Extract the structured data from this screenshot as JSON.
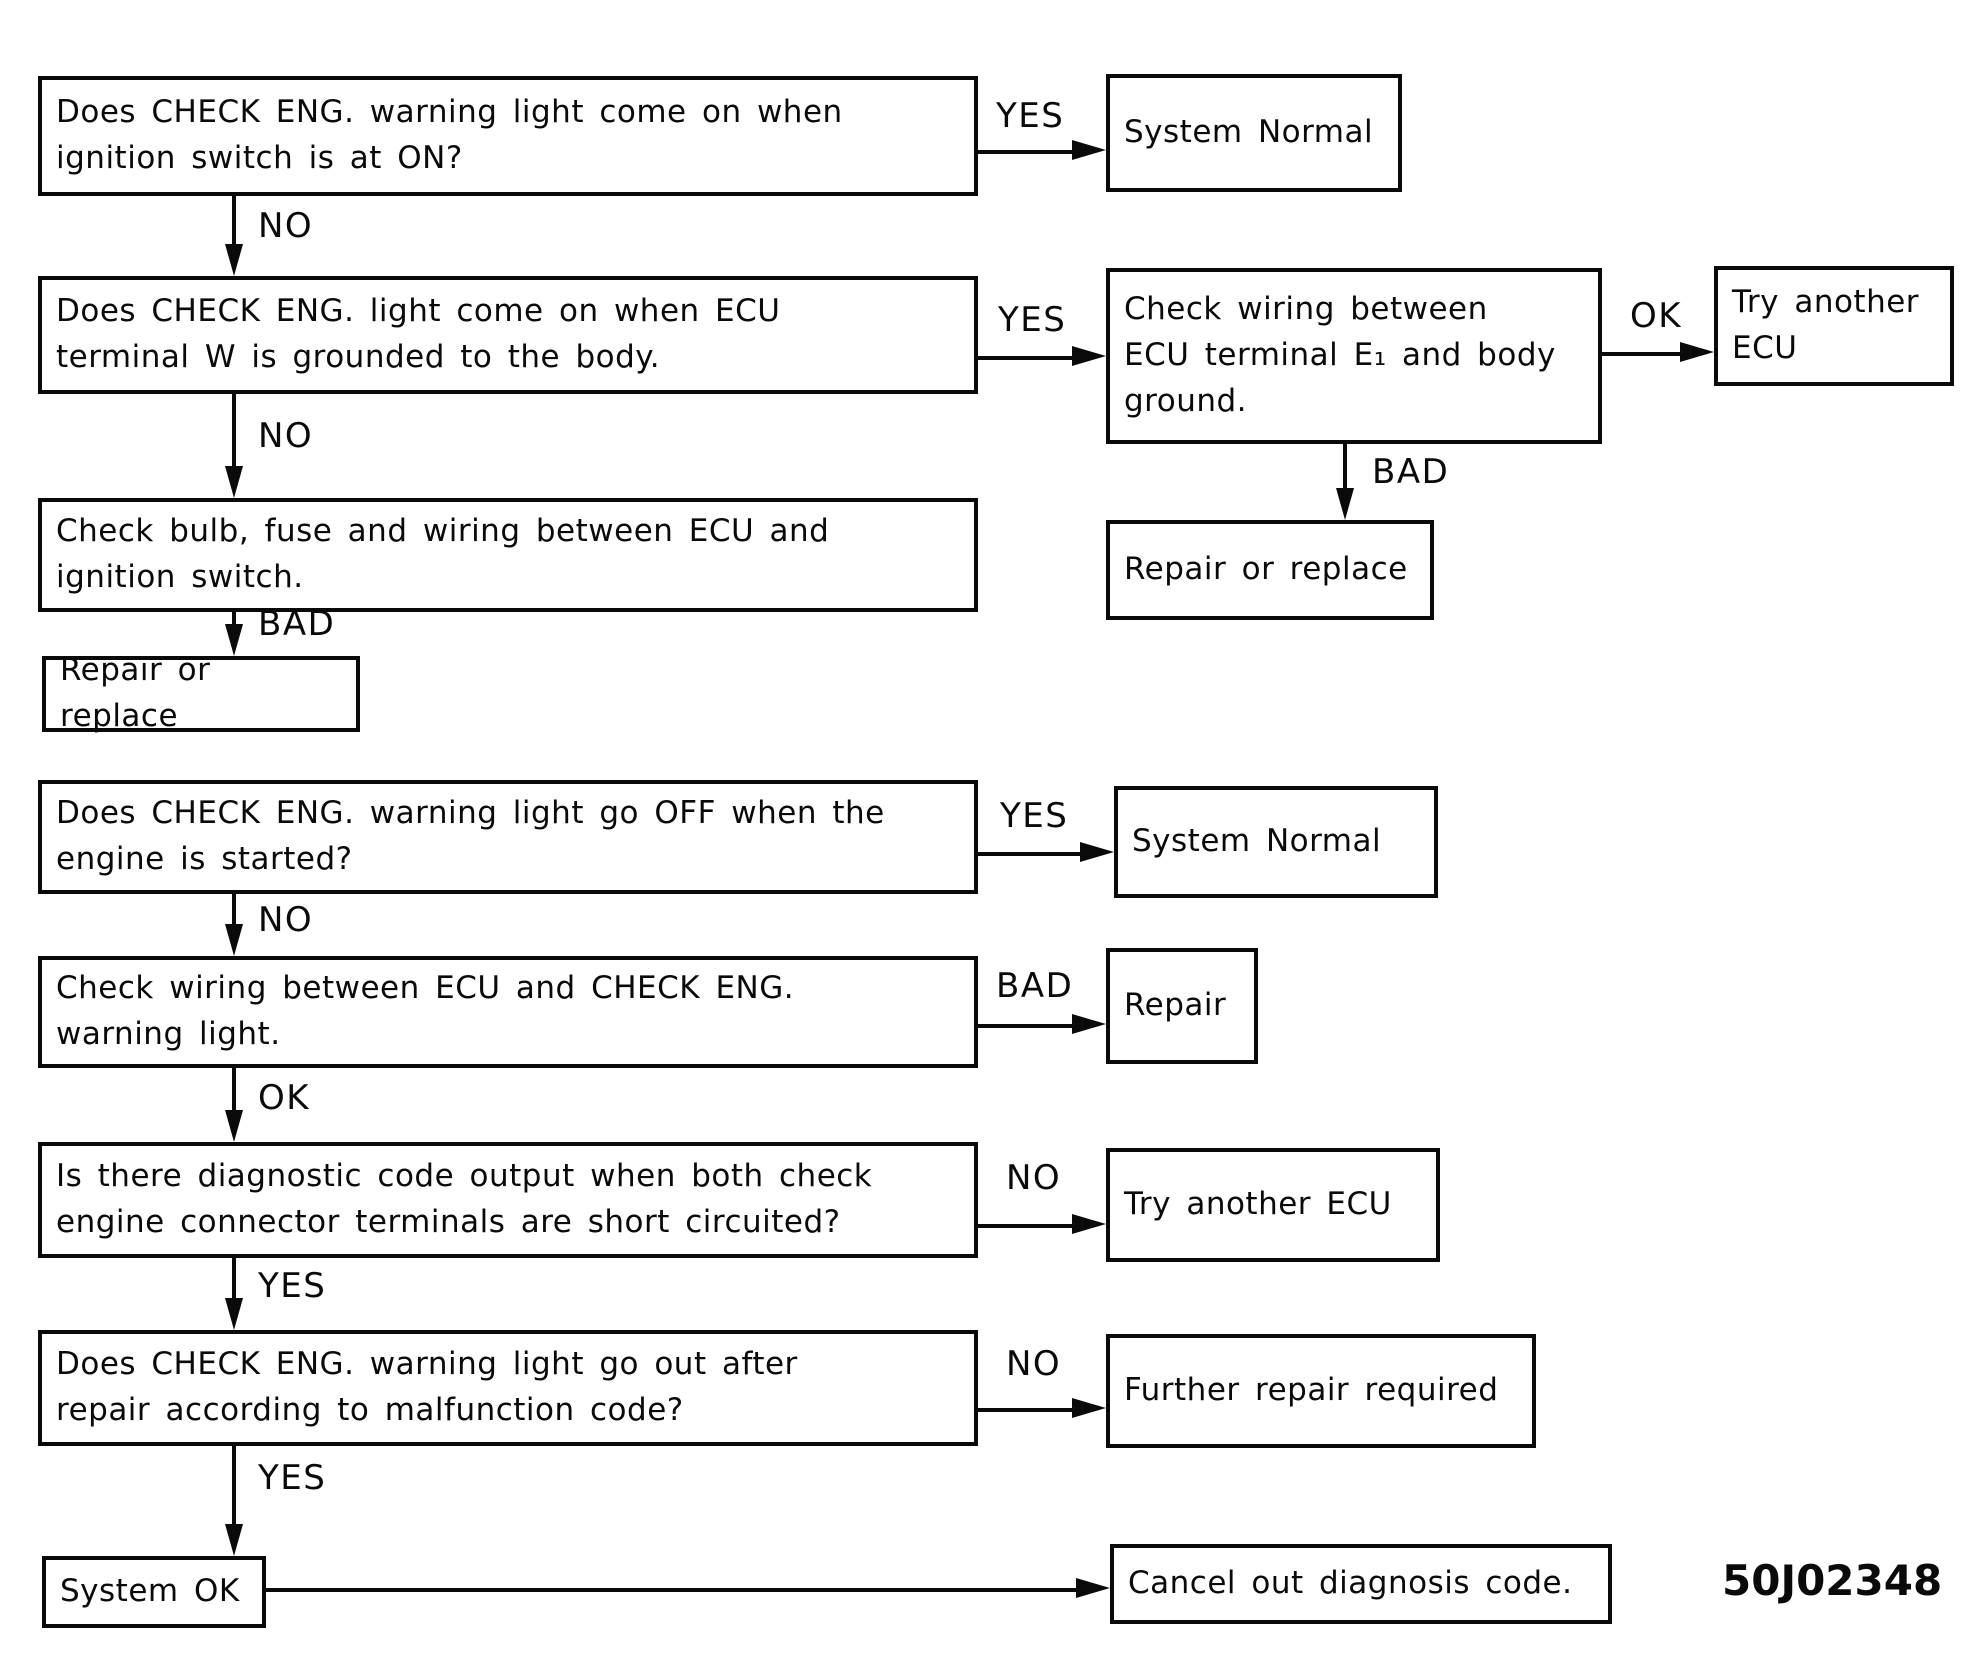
{
  "diagram": {
    "doc_number": "50J02348",
    "nodes": {
      "q1": {
        "lines": [
          "Does CHECK ENG. warning light come on when",
          "ignition switch is at ON?"
        ]
      },
      "r1": {
        "text": "System Normal"
      },
      "q2": {
        "lines": [
          "Does CHECK ENG. light come on when ECU",
          "terminal W is grounded to the body."
        ]
      },
      "a2": {
        "lines": [
          "Check wiring between",
          "ECU terminal E₁ and body",
          "ground."
        ]
      },
      "r2": {
        "lines": [
          "Try another",
          "ECU"
        ]
      },
      "r3": {
        "text": "Repair or replace"
      },
      "q3": {
        "lines": [
          "Check bulb, fuse and wiring between ECU and",
          "ignition switch."
        ]
      },
      "r4": {
        "text": "Repair or replace"
      },
      "q4": {
        "lines": [
          "Does CHECK ENG. warning light go OFF when the",
          "engine is started?"
        ]
      },
      "r5": {
        "text": "System Normal"
      },
      "q5": {
        "lines": [
          "Check wiring between ECU and CHECK ENG.",
          "warning light."
        ]
      },
      "r6": {
        "text": "Repair"
      },
      "q6": {
        "lines": [
          "Is there diagnostic code output when both check",
          "engine connector terminals are short circuited?"
        ]
      },
      "r7": {
        "text": "Try another ECU"
      },
      "q7": {
        "lines": [
          "Does CHECK ENG. warning light go out after",
          "repair according to malfunction code?"
        ]
      },
      "r8": {
        "text": "Further repair required"
      },
      "q8": {
        "text": "System OK"
      },
      "r9": {
        "text": "Cancel out diagnosis code."
      }
    },
    "edge_labels": {
      "l1": "YES",
      "l2": "NO",
      "l3": "YES",
      "l4": "OK",
      "l5": "BAD",
      "l6": "NO",
      "l7": "BAD",
      "l8": "YES",
      "l9": "NO",
      "l10": "BAD",
      "l11": "OK",
      "l12": "NO",
      "l13": "YES",
      "l14": "NO",
      "l15": "YES"
    }
  }
}
